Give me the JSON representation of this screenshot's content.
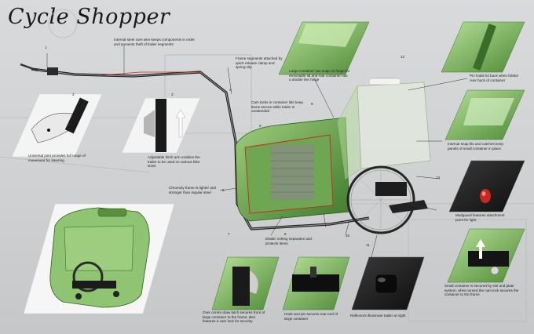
{
  "title": "Cycle Shopper",
  "captions": {
    "steel_wire": "Internal steel core wire keeps components in order and prevents theft of trailer segments",
    "frame_segments": "Frame segments attached by quick release clamp and spring clip",
    "large_container": "Large container has snap on hinge for removable lid and rear container has a double live hinge",
    "pin_holds": "Pin holds lid back when folded over back of container",
    "cam_locks": "Cam locks in container lids keep items secure while trailer is unattended",
    "universal_joint": "Universal joint provides full range of movement for steering",
    "hitch_arm": "Adjustable hitch arm enables the trailer to be used on various bike sizes",
    "snap_fits": "Internal snap fits and catches keep panels of small container in place",
    "chromoly": "Chromoly frame is lighter and stronger than regular steel",
    "mudguard": "Mudguard features attachment point for light",
    "elastic_netting": "Elastic netting separates and protects items",
    "small_container": "Small container is secured by slot and plate system; when turned the cam lock secures the container to the frame",
    "over_centre": "Over centre draw latch secures front of large container to the frame; also features a cam lock for security",
    "hook_pin": "Hook and pin secures rear end of large container",
    "reflectors": "Reflectors illuminate trailer at night"
  },
  "numbers": [
    "1",
    "2",
    "3",
    "4",
    "5",
    "6",
    "7",
    "8",
    "9",
    "10",
    "11",
    "12",
    "13"
  ],
  "colors": {
    "green": "#5f9a45",
    "green_light": "#a9d58a",
    "panel_dark": "#1c1c1c",
    "red": "#c8281e"
  }
}
